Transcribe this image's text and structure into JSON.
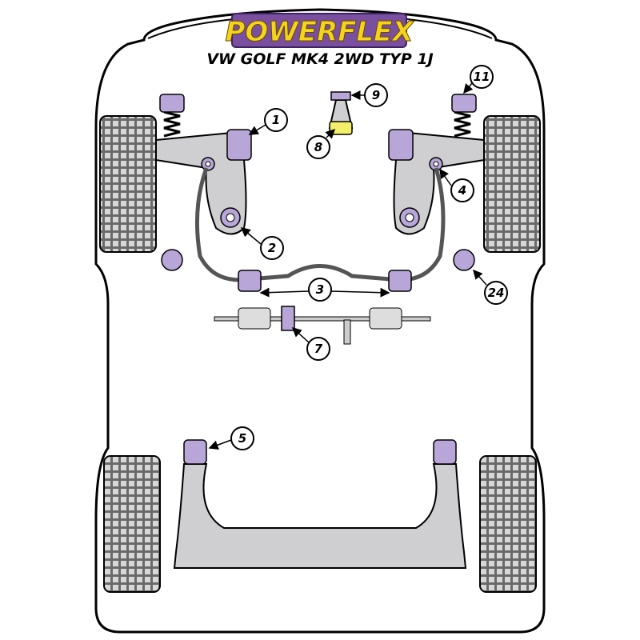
{
  "brand": {
    "logo_text": "POWERFLEX",
    "logo_bg": "#7a4fa0",
    "logo_fg": "#f4d41a"
  },
  "title": "VW GOLF MK4 2WD TYP 1J",
  "colors": {
    "bush": "#b9a6d8",
    "bush_yellow": "#f3ef6a",
    "arm": "#cfcfd2"
  },
  "callouts": {
    "c1": "1",
    "c2": "2",
    "c3": "3",
    "c4": "4",
    "c5": "5",
    "c7": "7",
    "c8": "8",
    "c9": "9",
    "c11": "11",
    "c24": "24"
  }
}
